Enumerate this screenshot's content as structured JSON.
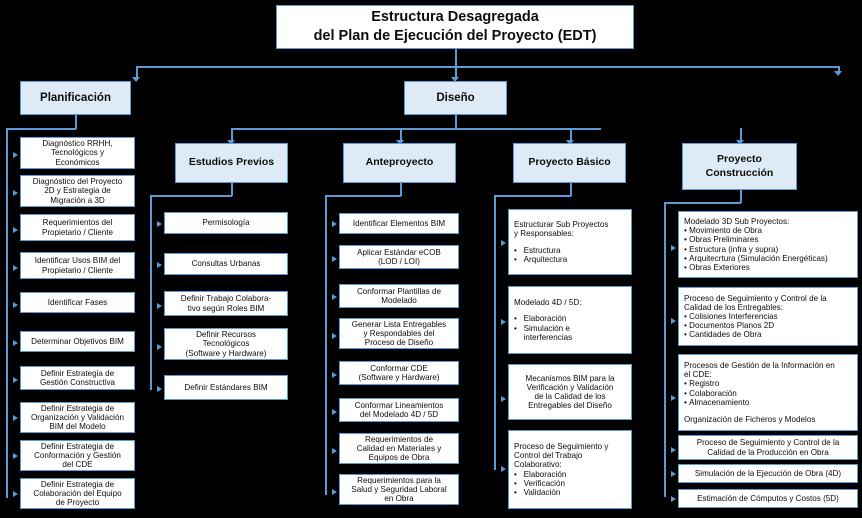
{
  "diagram": {
    "type": "organizational-breakdown-structure",
    "title_lines": "Estructura Desagregada\ndel Plan de Ejecución del Proyecto (EDT)",
    "colors": {
      "background": "#000000",
      "node_border": "#5B9BD5",
      "node_fill_header": "#DEEAF6",
      "node_fill_leaf": "#FFFFFF",
      "connector": "#5B9BD5",
      "text": "#0D0D0D"
    }
  },
  "level1": {
    "planificacion": "Planificación",
    "diseno": "Diseño"
  },
  "level2": {
    "estudios_previos": "Estudios Previos",
    "anteproyecto": "Anteproyecto",
    "proyecto_basico": "Proyecto Básico",
    "proyecto_construccion": "Proyecto\nConstrucción"
  },
  "planificacion_items": [
    "Diagnóstico RRHH,\nTecnológicos y\nEconómicos",
    "Diagnóstico del Proyecto\n2D y Estrategia de\nMigración a 3D",
    "Requerimientos del\nPropietario / Cliente",
    "Identificar Usos BIM del\nPropietario / Cliente",
    "Identificar Fases",
    "Determinar Objetivos BIM",
    "Definir Estrategia de\nGestión Constructiva",
    "Definir Estrategia de\nOrganización y Validación\nBIM del Modelo",
    "Definir Estrategia de\nConformación y Gestión\ndel CDE",
    "Definir Estrategia de\nColaboración del Equipo\nde Proyecto"
  ],
  "estudios_previos_items": [
    "Permisología",
    "Consultas Urbanas",
    "Definir Trabajo Colabora-\ntivo según Roles BIM",
    "Definir Recursos\nTecnológicos\n(Software y Hardware)",
    "Definir Estándares BIM"
  ],
  "anteproyecto_items": [
    "Identificar Elementos BIM",
    "Aplicar Estándar eCOB\n(LOD / LOI)",
    "Conformar Plantillas de\nModelado",
    "Generar Lista Entregables\ny Respondables del\nProceso de Diseño",
    "Conformar CDE\n(Software y Hardware)",
    "Conformar Lineamientos\ndel Modelado 4D / 5D",
    "Requerimientos de\nCalidad en Materiales y\nEquipos de Obra",
    "Requerimientos para la\nSalud y Seguridad Laboral\nen Obra"
  ],
  "proyecto_basico_items": [
    {
      "heading": "Estructurar Sub Proyectos\ny Responsables:",
      "gap": true,
      "bullets": [
        "Estructura",
        "Arquitectura"
      ]
    },
    {
      "heading": "Modelado 4D / 5D:",
      "gap": true,
      "bullets": [
        "Elaboración",
        "Simulación e\ninterferencias"
      ]
    },
    {
      "heading": "Mecanismos BIM para la\nVerificación y Validación\nde la Calidad de los\nEntregables del Diseño",
      "gap": false,
      "bullets": [],
      "centered": true
    },
    {
      "heading": "Proceso de Seguimiento y\nControl del Trabajo\nColaborativo:",
      "gap": false,
      "bullets": [
        "Elaboración",
        "Verificación",
        "Validación"
      ]
    }
  ],
  "proyecto_construccion_items": [
    {
      "heading": "Modelado 3D Sub Proyectos:",
      "bullets": [
        "Movimiento de Obra",
        "Obras Preliminares",
        "Estructura (infra y supra)",
        "Arquitecrtura (Simulación Energéticas)",
        "Obras Exteriores"
      ],
      "footer": ""
    },
    {
      "heading": "Proceso de Seguimiento y Control de la\nCalidad de los Entregables:",
      "bullets": [
        "Colisiones Interferencias",
        "Documentos Planos 2D",
        "Cantidades de Obra"
      ],
      "footer": ""
    },
    {
      "heading": "Procesos de Gestión de la Información en\nel CDE:",
      "bullets": [
        "Registro",
        "Colaboración",
        "Almacenamiento"
      ],
      "footer": "Organización de Ficheros y Modelos"
    },
    {
      "heading": "Proceso de Seguimiento y Control de la\nCalidad de la Producción en Obra",
      "bullets": [],
      "footer": "",
      "centered": true
    },
    {
      "heading": "Simulación de la Ejecución de Obra (4D)",
      "bullets": [],
      "footer": "",
      "centered": true
    },
    {
      "heading": "Estimación de Cómputos y Costos (5D)",
      "bullets": [],
      "footer": "",
      "centered": true
    }
  ]
}
